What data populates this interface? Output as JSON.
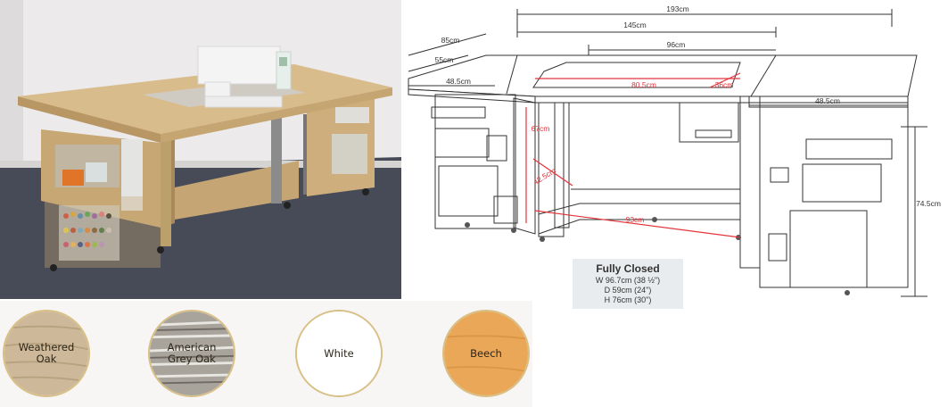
{
  "dimensions": {
    "total_width": "193cm",
    "width_145": "145cm",
    "inner_96": "96cm",
    "depth_85": "85cm",
    "depth_55": "55cm",
    "left_wing": "48.5cm",
    "right_wing": "48.5cm",
    "opening_length": "80.5cm",
    "opening_depth": "36cm",
    "leg_height": "67cm",
    "knee_depth": "42.5cm",
    "base_width": "93cm",
    "table_height": "74.5cm"
  },
  "fully_closed": {
    "title": "Fully Closed",
    "width": "W 96.7cm (38 ½\")",
    "depth": "D 59cm (24\")",
    "height": "H 76cm (30\")"
  },
  "swatches": [
    {
      "label": "Weathered\nOak",
      "color": "#cdb99a"
    },
    {
      "label": "American\nGrey Oak",
      "color": "#a8a49c"
    },
    {
      "label": "White",
      "color": "#ffffff"
    },
    {
      "label": "Beech",
      "color": "#eaa758"
    }
  ],
  "colors": {
    "dimension_red": "#e3343a",
    "line_dark": "#333333",
    "wood": "#cfae7e",
    "carpet": "#474b57"
  }
}
